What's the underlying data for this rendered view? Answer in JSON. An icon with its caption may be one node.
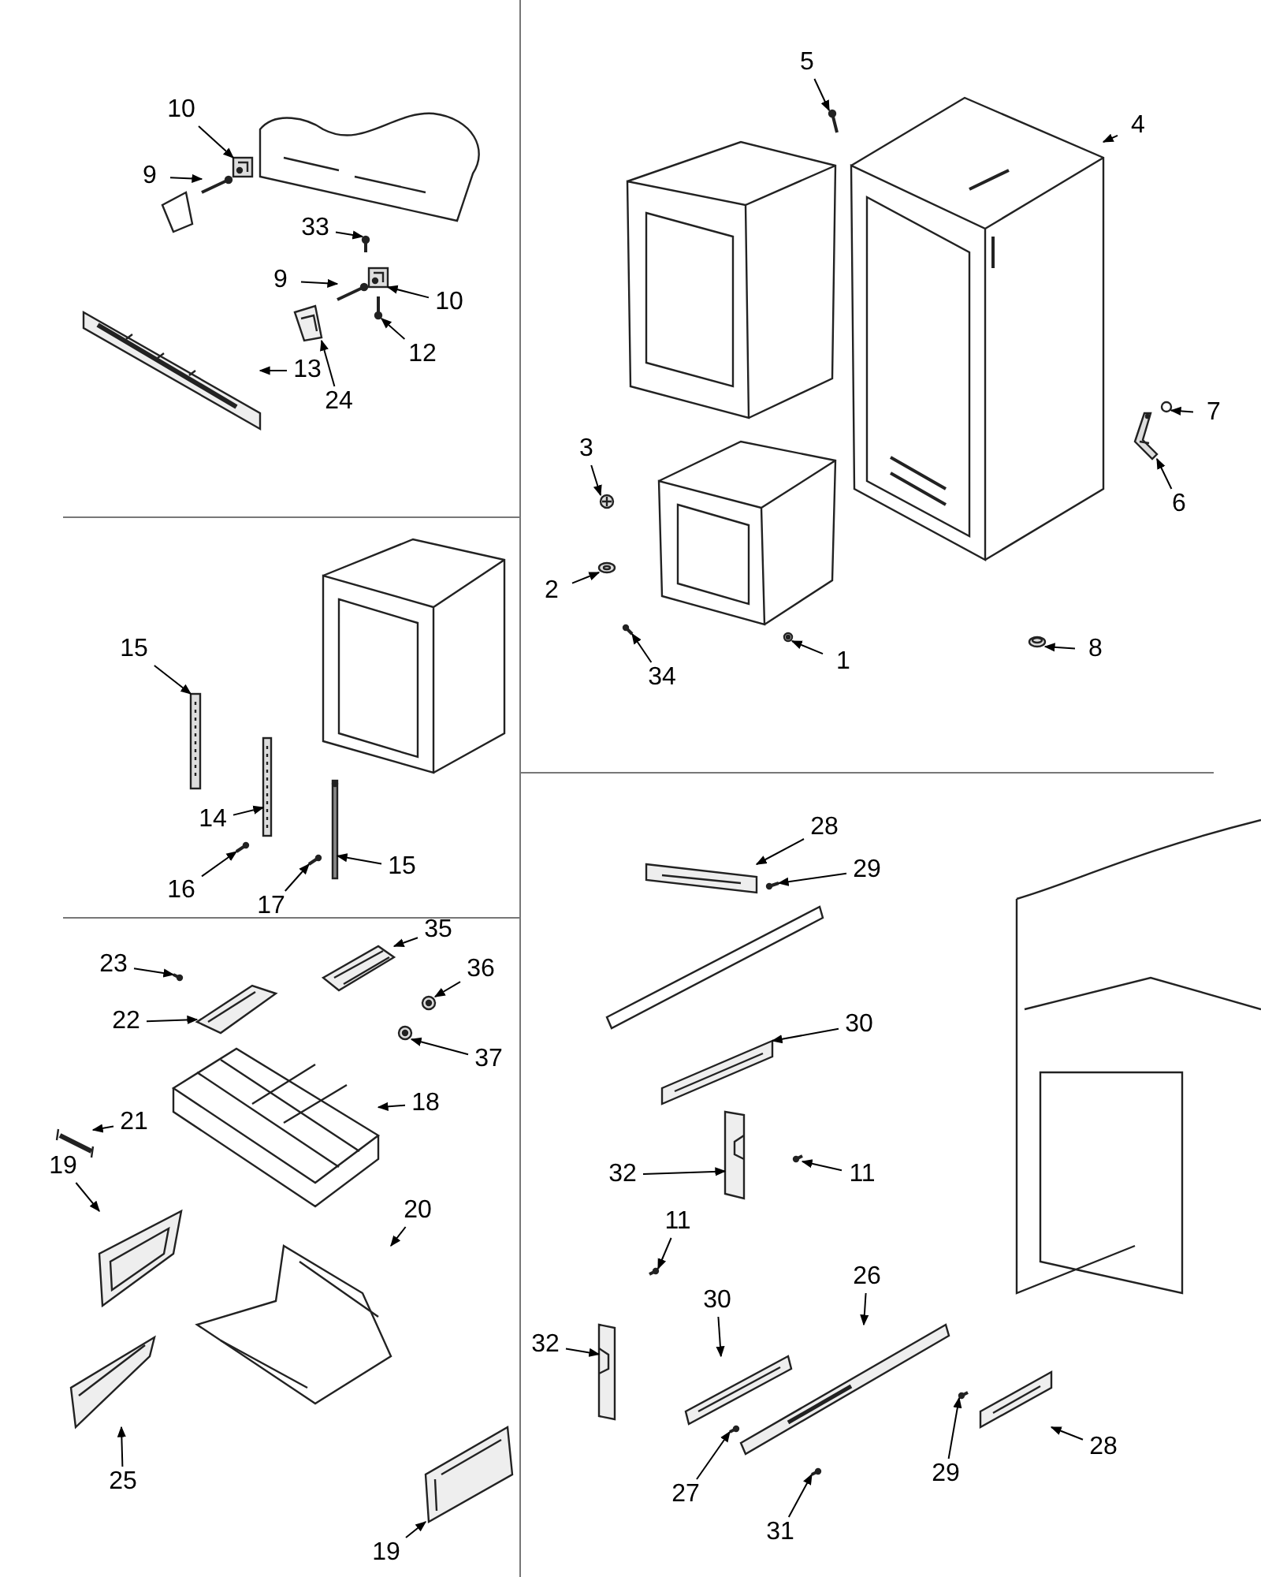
{
  "diagram": {
    "nodes": [
      {
        "text": [
          "10"
        ]
      },
      {
        "text": [
          "9"
        ]
      },
      {
        "text": [
          "33"
        ]
      },
      {
        "text": [
          "9"
        ]
      },
      {
        "text": [
          "10"
        ]
      },
      {
        "text": [
          "13"
        ]
      },
      {
        "text": [
          "12"
        ]
      },
      {
        "text": [
          "24"
        ]
      },
      {
        "text": [
          "5"
        ]
      },
      {
        "text": [
          "4"
        ]
      },
      {
        "text": [
          "7"
        ]
      },
      {
        "text": [
          "6"
        ]
      },
      {
        "text": [
          "3"
        ]
      },
      {
        "text": [
          "2"
        ]
      },
      {
        "text": [
          "34"
        ]
      },
      {
        "text": [
          "1"
        ]
      },
      {
        "text": [
          "8"
        ]
      },
      {
        "text": [
          "15"
        ]
      },
      {
        "text": [
          "14"
        ]
      },
      {
        "text": [
          "16"
        ]
      },
      {
        "text": [
          "15"
        ]
      },
      {
        "text": [
          "17"
        ]
      },
      {
        "text": [
          "23"
        ]
      },
      {
        "text": [
          "22"
        ]
      },
      {
        "text": [
          "35"
        ]
      },
      {
        "text": [
          "36"
        ]
      },
      {
        "text": [
          "37"
        ]
      },
      {
        "text": [
          "18"
        ]
      },
      {
        "text": [
          "21"
        ]
      },
      {
        "text": [
          "19"
        ]
      },
      {
        "text": [
          "20"
        ]
      },
      {
        "text": [
          "25"
        ]
      },
      {
        "text": [
          "19"
        ]
      },
      {
        "text": [
          "28"
        ]
      },
      {
        "text": [
          "29"
        ]
      },
      {
        "text": [
          "30"
        ]
      },
      {
        "text": [
          "32"
        ]
      },
      {
        "text": [
          "11"
        ]
      },
      {
        "text": [
          "11"
        ]
      },
      {
        "text": [
          "32"
        ]
      },
      {
        "text": [
          "30"
        ]
      },
      {
        "text": [
          "26"
        ]
      },
      {
        "text": [
          "29"
        ]
      },
      {
        "text": [
          "28"
        ]
      },
      {
        "text": [
          "27"
        ]
      },
      {
        "text": [
          "31"
        ]
      },
      {
        "text": [],
        "shape": "picture"
      },
      {
        "text": [],
        "shape": "picture"
      },
      {
        "text": [],
        "shape": "picture"
      },
      {
        "text": [],
        "shape": "picture"
      },
      {
        "text": [],
        "shape": "picture"
      },
      {
        "text": [],
        "shape": "picture"
      },
      {
        "text": [],
        "shape": "picture"
      },
      {
        "text": [],
        "shape": "picture"
      },
      {
        "text": [],
        "shape": "picture"
      },
      {
        "text": [],
        "shape": "picture"
      },
      {
        "text": [],
        "shape": "circle"
      },
      {
        "text": [],
        "shape": "picture"
      },
      {
        "text": [],
        "shape": "picture"
      },
      {
        "text": [],
        "shape": "picture"
      },
      {
        "text": [],
        "shape": "picture"
      },
      {
        "text": [],
        "shape": "picture"
      },
      {
        "text": [],
        "shape": "picture"
      },
      {
        "text": [],
        "shape": "picture"
      },
      {
        "text": [],
        "shape": "picture"
      },
      {
        "text": [],
        "shape": "picture"
      },
      {
        "text": [],
        "shape": "picture"
      },
      {
        "text": [],
        "shape": "picture"
      },
      {
        "text": [],
        "shape": "picture"
      },
      {
        "text": [],
        "shape": "picture"
      },
      {
        "text": [],
        "shape": "picture"
      },
      {
        "text": [],
        "shape": "picture"
      },
      {
        "text": [],
        "shape": "picture"
      },
      {
        "text": [],
        "shape": "picture"
      },
      {
        "text": [],
        "shape": "picture"
      },
      {
        "text": [],
        "shape": "picture"
      },
      {
        "text": [],
        "shape": "picture"
      },
      {
        "text": [],
        "shape": "picture"
      },
      {
        "text": [],
        "shape": "picture"
      },
      {
        "text": [],
        "shape": "picture"
      },
      {
        "text": [],
        "shape": "picture"
      },
      {
        "text": [],
        "shape": "picture"
      },
      {
        "text": [],
        "shape": "picture"
      },
      {
        "text": [],
        "shape": "picture"
      },
      {
        "text": [],
        "shape": "picture"
      },
      {
        "text": [],
        "shape": "picture"
      },
      {
        "text": [],
        "shape": "picture"
      },
      {
        "text": [],
        "shape": "picture"
      },
      {
        "text": [],
        "shape": "picture"
      },
      {
        "text": [],
        "shape": "picture"
      },
      {
        "text": [],
        "shape": "picture"
      },
      {
        "text": [],
        "shape": "picture"
      }
    ],
    "edges": [
      {
        "from": 0,
        "to": 46,
        "arrow": "to"
      },
      {
        "from": 1,
        "to": 47,
        "arrow": "to"
      },
      {
        "from": 2,
        "to": 48,
        "arrow": "to"
      },
      {
        "from": 3,
        "to": 49,
        "arrow": "to"
      },
      {
        "from": 4,
        "to": 50,
        "arrow": "to"
      },
      {
        "from": 5,
        "to": 51,
        "arrow": "to"
      },
      {
        "from": 6,
        "to": 52,
        "arrow": "to"
      },
      {
        "from": 7,
        "to": 53,
        "arrow": "to"
      },
      {
        "from": 8,
        "to": 54,
        "arrow": "to"
      },
      {
        "from": 9,
        "to": 55,
        "arrow": "to"
      },
      {
        "from": 10,
        "to": 56,
        "arrow": "to"
      },
      {
        "from": 11,
        "to": 57,
        "arrow": "to"
      },
      {
        "from": 12,
        "to": 58,
        "arrow": "to"
      },
      {
        "from": 13,
        "to": 59,
        "arrow": "to"
      },
      {
        "from": 14,
        "to": 60,
        "arrow": "to"
      },
      {
        "from": 15,
        "to": 61,
        "arrow": "to"
      },
      {
        "from": 16,
        "to": 62,
        "arrow": "to"
      },
      {
        "from": 17,
        "to": 63,
        "arrow": "to"
      },
      {
        "from": 18,
        "to": 64,
        "arrow": "to"
      },
      {
        "from": 19,
        "to": 65,
        "arrow": "to"
      },
      {
        "from": 20,
        "to": 66,
        "arrow": "to"
      },
      {
        "from": 21,
        "to": 67,
        "arrow": "to"
      },
      {
        "from": 22,
        "to": 68,
        "arrow": "to"
      },
      {
        "from": 23,
        "to": 69,
        "arrow": "to"
      },
      {
        "from": 24,
        "to": 70,
        "arrow": "to"
      },
      {
        "from": 25,
        "to": 71,
        "arrow": "to"
      },
      {
        "from": 26,
        "to": 72,
        "arrow": "to"
      },
      {
        "from": 27,
        "to": 73,
        "arrow": "to"
      },
      {
        "from": 28,
        "to": 74,
        "arrow": "to"
      },
      {
        "from": 29,
        "to": 75,
        "arrow": "to"
      },
      {
        "from": 30,
        "to": 76,
        "arrow": "to"
      },
      {
        "from": 31,
        "to": 77,
        "arrow": "to"
      },
      {
        "from": 32,
        "to": 78,
        "arrow": "to"
      },
      {
        "from": 33,
        "to": 79,
        "arrow": "to"
      },
      {
        "from": 34,
        "to": 80,
        "arrow": "to"
      },
      {
        "from": 35,
        "to": 81,
        "arrow": "to"
      },
      {
        "from": 36,
        "to": 82,
        "arrow": "to"
      },
      {
        "from": 37,
        "to": 83,
        "arrow": "to"
      },
      {
        "from": 38,
        "to": 84,
        "arrow": "to"
      },
      {
        "from": 39,
        "to": 85,
        "arrow": "to"
      },
      {
        "from": 40,
        "to": 86,
        "arrow": "to"
      },
      {
        "from": 41,
        "to": 87,
        "arrow": "to"
      },
      {
        "from": 42,
        "to": 88,
        "arrow": "to"
      },
      {
        "from": 43,
        "to": 89,
        "arrow": "to"
      },
      {
        "from": 44,
        "to": 90,
        "arrow": "to"
      },
      {
        "from": 45,
        "to": 91,
        "arrow": "to"
      }
    ]
  }
}
